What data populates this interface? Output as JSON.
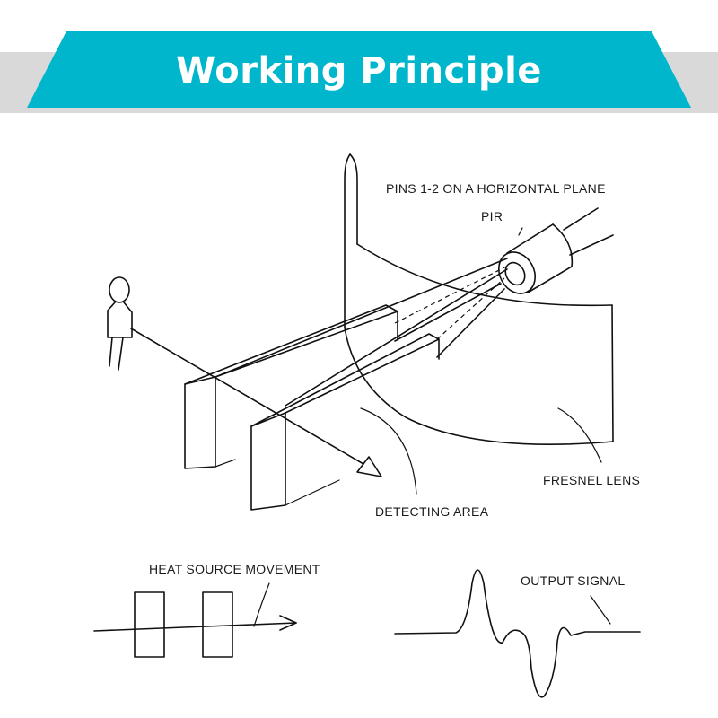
{
  "header": {
    "title": "Working Principle",
    "accent_color": "#00b6cc",
    "strip_color": "#d9d9d9"
  },
  "labels": {
    "pins": "PINS 1-2 ON A HORIZONTAL PLANE",
    "pir": "PIR",
    "fresnel_lens": "FRESNEL LENS",
    "detecting_area": "DETECTING AREA",
    "heat_source_movement": "HEAT SOURCE MOVEMENT",
    "output_signal": "OUTPUT SIGNAL"
  }
}
